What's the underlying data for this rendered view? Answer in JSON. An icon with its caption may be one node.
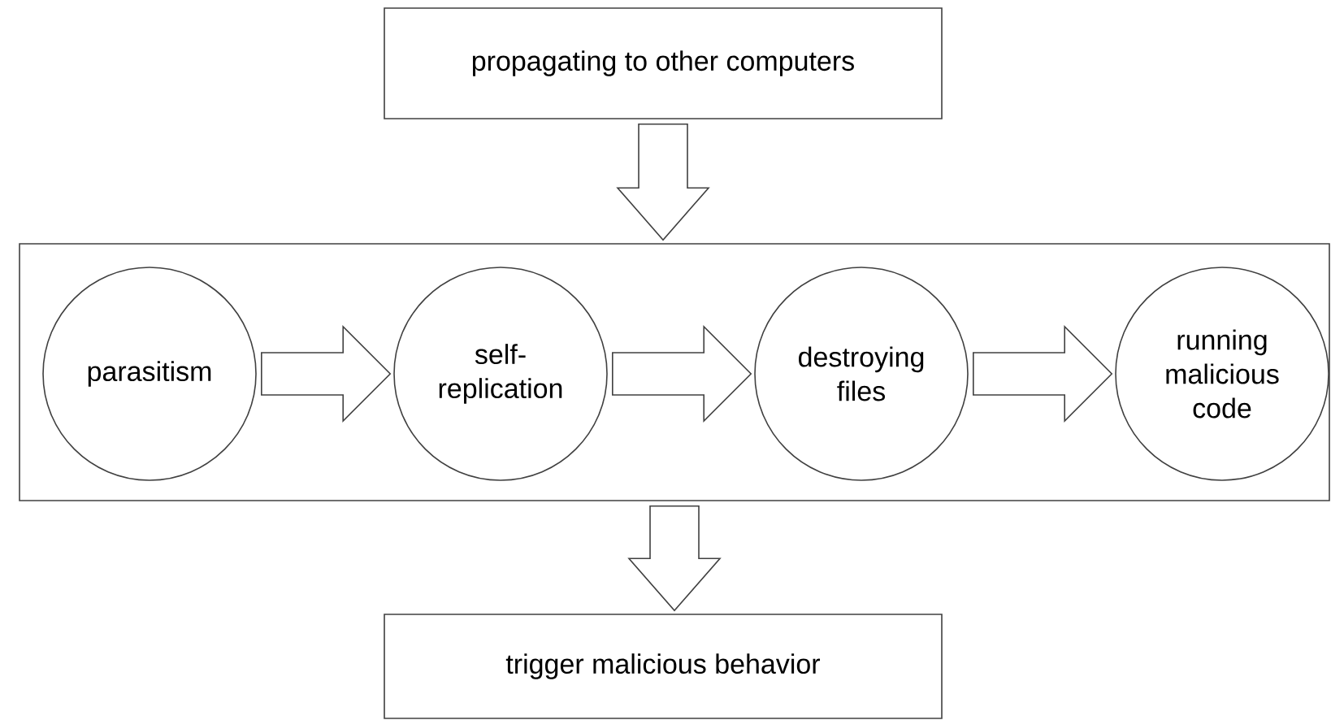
{
  "diagram": {
    "nodes": [
      {
        "text": [
          "propagating to other computers"
        ]
      },
      {
        "text": [],
        "shape": "box"
      },
      {
        "text": [
          "parasitism"
        ],
        "in": 1
      },
      {
        "text": [
          "self-replication"
        ],
        "in": 1
      },
      {
        "text": [
          "destroying files"
        ],
        "in": 1
      },
      {
        "text": [
          "running malicious code"
        ],
        "in": 1
      },
      {
        "text": [
          "trigger malicious behavior"
        ]
      }
    ],
    "edges": [
      {
        "from": 0,
        "to": 1,
        "arrow": "to"
      },
      {
        "from": 2,
        "to": 3,
        "arrow": "to"
      },
      {
        "from": 3,
        "to": 4,
        "arrow": "to"
      },
      {
        "from": 4,
        "to": 5,
        "arrow": "to"
      },
      {
        "from": 1,
        "to": 6,
        "arrow": "to"
      }
    ]
  }
}
